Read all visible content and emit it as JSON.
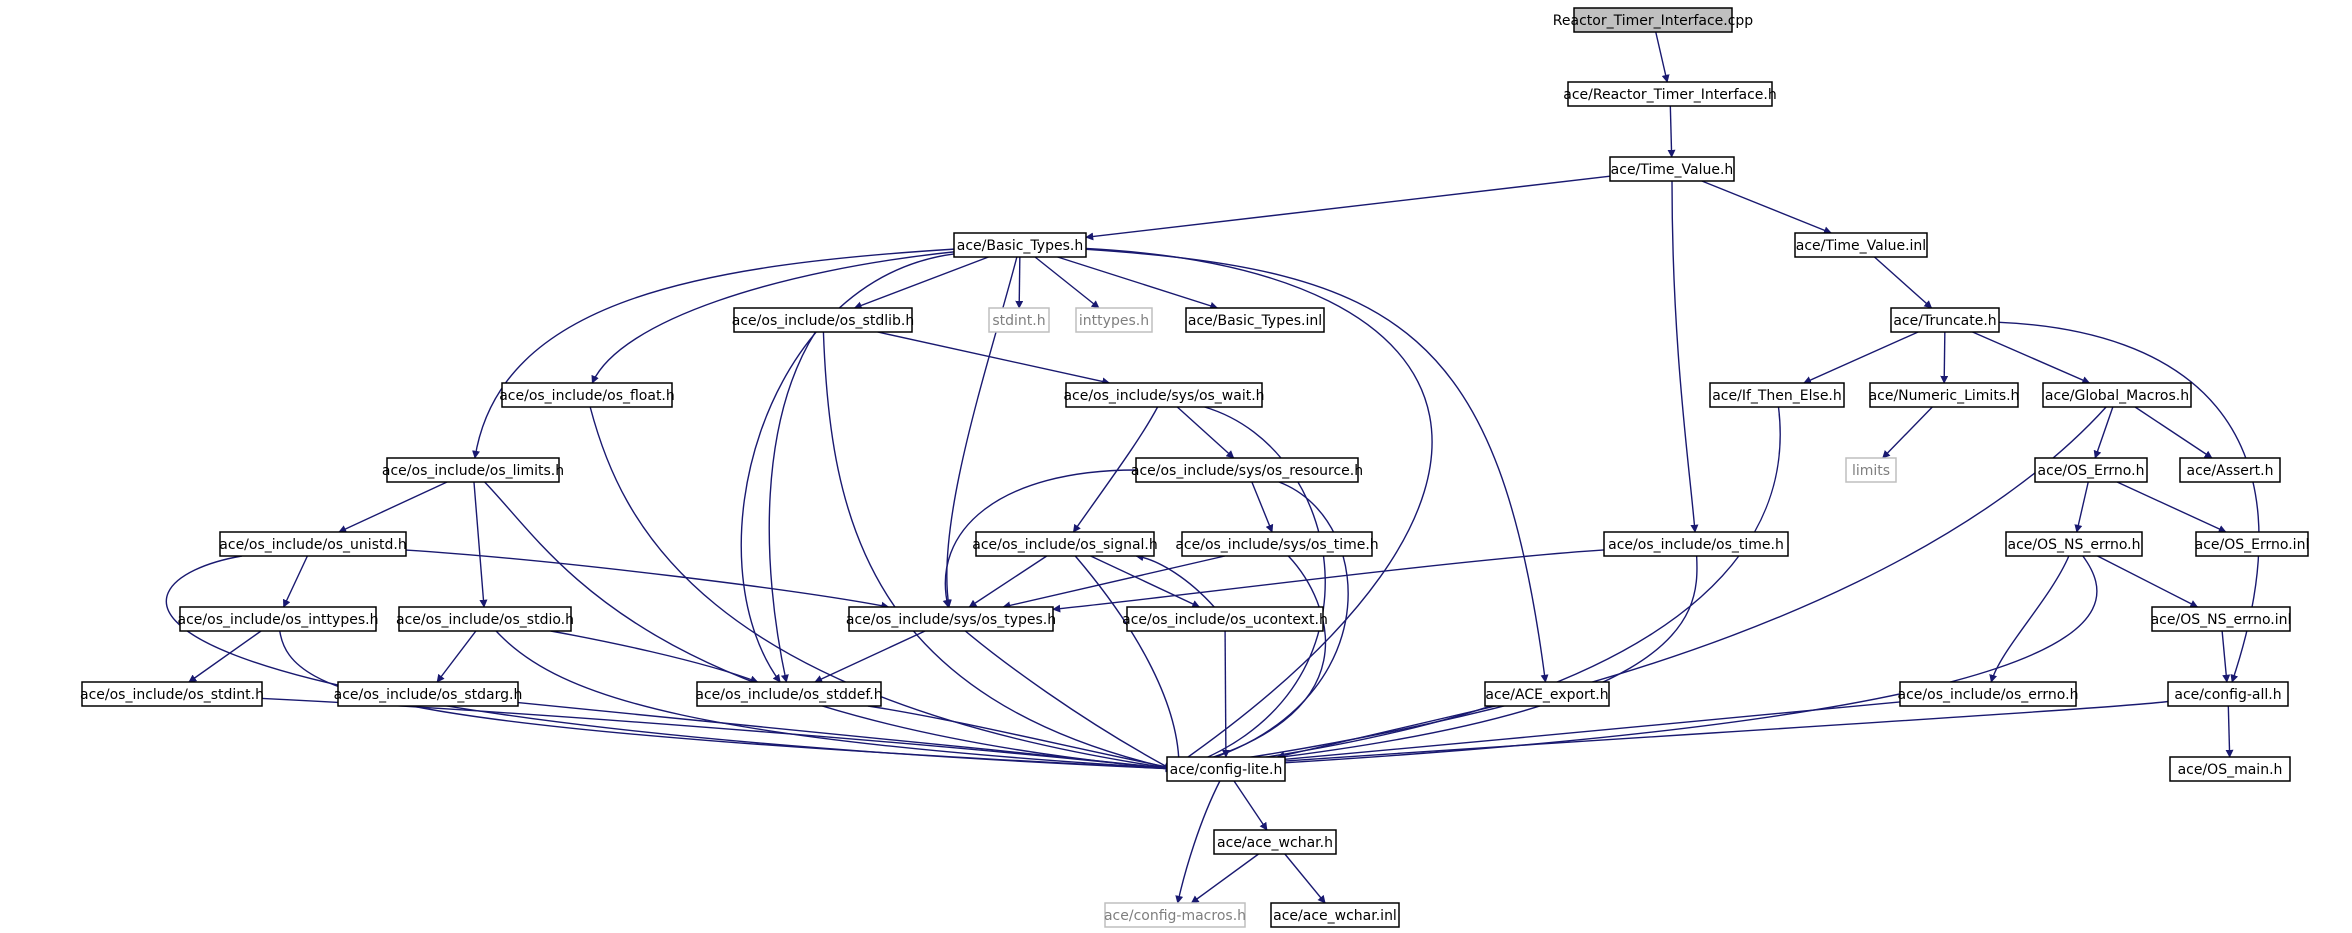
{
  "colors": {
    "edge": "#191970",
    "root_fill": "#c0c0c0",
    "system_border": "#bfbfbf",
    "system_text": "#7f7f7f"
  },
  "nodes": [
    {
      "id": "rti_cpp",
      "label": "Reactor_Timer_Interface.cpp",
      "kind": "root"
    },
    {
      "id": "rti_h",
      "label": "ace/Reactor_Timer_Interface.h",
      "kind": "file"
    },
    {
      "id": "tv_h",
      "label": "ace/Time_Value.h",
      "kind": "file"
    },
    {
      "id": "bt_h",
      "label": "ace/Basic_Types.h",
      "kind": "file"
    },
    {
      "id": "tv_inl",
      "label": "ace/Time_Value.inl",
      "kind": "file"
    },
    {
      "id": "stdlib",
      "label": "ace/os_include/os_stdlib.h",
      "kind": "file"
    },
    {
      "id": "stdint",
      "label": "stdint.h",
      "kind": "system"
    },
    {
      "id": "inttypes",
      "label": "inttypes.h",
      "kind": "system"
    },
    {
      "id": "bt_inl",
      "label": "ace/Basic_Types.inl",
      "kind": "file"
    },
    {
      "id": "trunc",
      "label": "ace/Truncate.h",
      "kind": "file"
    },
    {
      "id": "float",
      "label": "ace/os_include/os_float.h",
      "kind": "file"
    },
    {
      "id": "wait",
      "label": "ace/os_include/sys/os_wait.h",
      "kind": "file"
    },
    {
      "id": "ifte",
      "label": "ace/If_Then_Else.h",
      "kind": "file"
    },
    {
      "id": "numlim",
      "label": "ace/Numeric_Limits.h",
      "kind": "file"
    },
    {
      "id": "gm",
      "label": "ace/Global_Macros.h",
      "kind": "file"
    },
    {
      "id": "limits_h",
      "label": "ace/os_include/os_limits.h",
      "kind": "file"
    },
    {
      "id": "resource",
      "label": "ace/os_include/sys/os_resource.h",
      "kind": "file"
    },
    {
      "id": "limits",
      "label": "limits",
      "kind": "system"
    },
    {
      "id": "oserrno",
      "label": "ace/OS_Errno.h",
      "kind": "file"
    },
    {
      "id": "assert",
      "label": "ace/Assert.h",
      "kind": "file"
    },
    {
      "id": "unistd",
      "label": "ace/os_include/os_unistd.h",
      "kind": "file"
    },
    {
      "id": "signal",
      "label": "ace/os_include/os_signal.h",
      "kind": "file"
    },
    {
      "id": "systime",
      "label": "ace/os_include/sys/os_time.h",
      "kind": "file"
    },
    {
      "id": "ostime",
      "label": "ace/os_include/os_time.h",
      "kind": "file"
    },
    {
      "id": "nserrno",
      "label": "ace/OS_NS_errno.h",
      "kind": "file"
    },
    {
      "id": "oserrno_inl",
      "label": "ace/OS_Errno.inl",
      "kind": "file"
    },
    {
      "id": "osinttypes",
      "label": "ace/os_include/os_inttypes.h",
      "kind": "file"
    },
    {
      "id": "stdio",
      "label": "ace/os_include/os_stdio.h",
      "kind": "file"
    },
    {
      "id": "systypes",
      "label": "ace/os_include/sys/os_types.h",
      "kind": "file"
    },
    {
      "id": "ucontext",
      "label": "ace/os_include/os_ucontext.h",
      "kind": "file"
    },
    {
      "id": "nserrno_inl",
      "label": "ace/OS_NS_errno.inl",
      "kind": "file"
    },
    {
      "id": "osstdint",
      "label": "ace/os_include/os_stdint.h",
      "kind": "file"
    },
    {
      "id": "stdarg",
      "label": "ace/os_include/os_stdarg.h",
      "kind": "file"
    },
    {
      "id": "stddef",
      "label": "ace/os_include/os_stddef.h",
      "kind": "file"
    },
    {
      "id": "export",
      "label": "ace/ACE_export.h",
      "kind": "file"
    },
    {
      "id": "errno_h",
      "label": "ace/os_include/os_errno.h",
      "kind": "file"
    },
    {
      "id": "configall",
      "label": "ace/config-all.h",
      "kind": "file"
    },
    {
      "id": "configlite",
      "label": "ace/config-lite.h",
      "kind": "file"
    },
    {
      "id": "osmain",
      "label": "ace/OS_main.h",
      "kind": "file"
    },
    {
      "id": "wchar",
      "label": "ace/ace_wchar.h",
      "kind": "file"
    },
    {
      "id": "macros",
      "label": "ace/config-macros.h",
      "kind": "system"
    },
    {
      "id": "wchar_inl",
      "label": "ace/ace_wchar.inl",
      "kind": "file"
    }
  ]
}
